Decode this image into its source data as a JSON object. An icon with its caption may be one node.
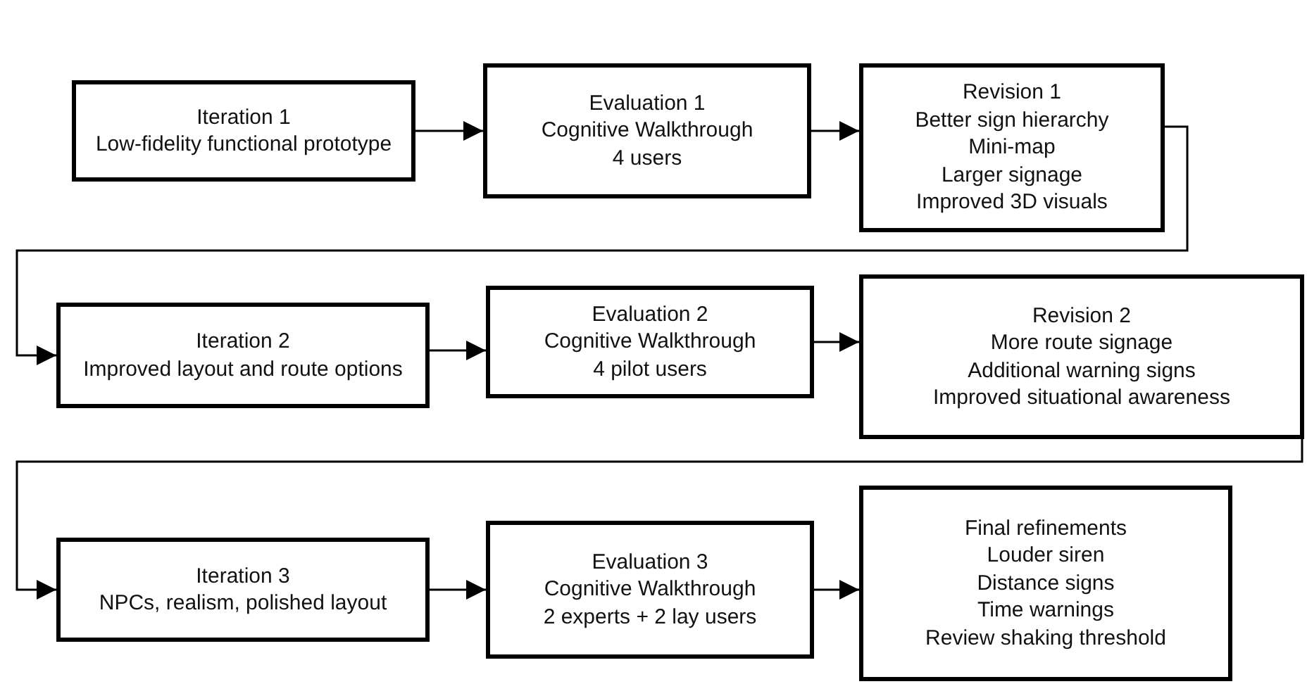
{
  "diagram": {
    "nodes": [
      {
        "text": [
          "Iteration 1",
          "Low-fidelity functional prototype"
        ]
      },
      {
        "text": [
          "Evaluation 1",
          "Cognitive Walkthrough",
          "4 users"
        ]
      },
      {
        "text": [
          "Revision 1",
          "Better sign hierarchy",
          "Mini-map",
          "Larger signage",
          "Improved 3D visuals"
        ]
      },
      {
        "text": [
          "Iteration 2",
          "Improved layout and route options"
        ]
      },
      {
        "text": [
          "Evaluation 2",
          "Cognitive Walkthrough",
          "4 pilot users"
        ]
      },
      {
        "text": [
          "Revision 2",
          "More route signage",
          "Additional warning signs",
          "Improved situational awareness"
        ]
      },
      {
        "text": [
          "Iteration 3",
          "NPCs, realism, polished layout"
        ]
      },
      {
        "text": [
          "Evaluation 3",
          "Cognitive Walkthrough",
          "2 experts + 2 lay users"
        ]
      },
      {
        "text": [
          "Final refinements",
          "Louder siren",
          "Distance signs",
          "Time warnings",
          "Review shaking threshold"
        ]
      }
    ],
    "edges": [
      {
        "from": 0,
        "to": 1,
        "arrow": "to"
      },
      {
        "from": 1,
        "to": 2,
        "arrow": "to"
      },
      {
        "from": 2,
        "to": 3,
        "arrow": "to"
      },
      {
        "from": 3,
        "to": 4,
        "arrow": "to"
      },
      {
        "from": 4,
        "to": 5,
        "arrow": "to"
      },
      {
        "from": 5,
        "to": 6,
        "arrow": "to"
      },
      {
        "from": 6,
        "to": 7,
        "arrow": "to"
      },
      {
        "from": 7,
        "to": 8,
        "arrow": "to"
      }
    ]
  }
}
